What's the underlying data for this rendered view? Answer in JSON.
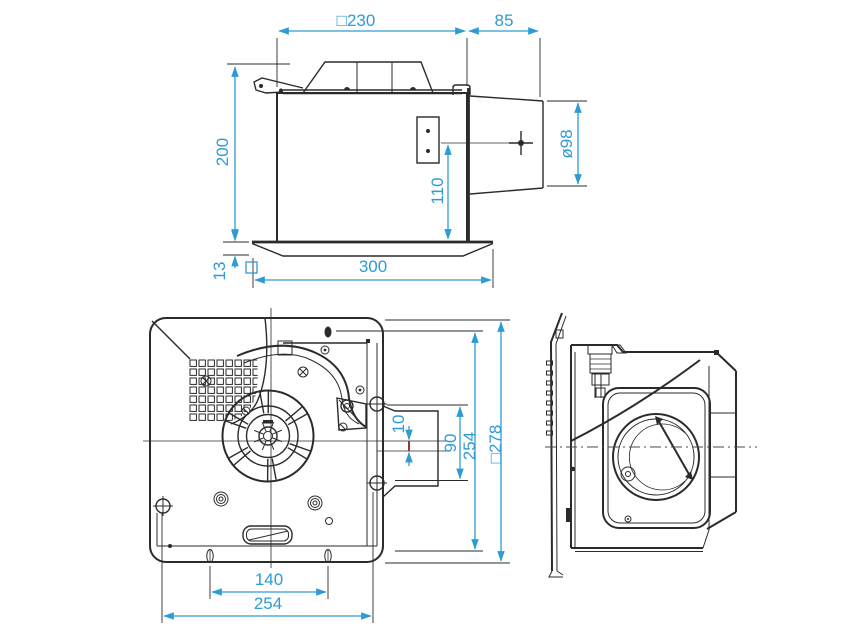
{
  "colors": {
    "dim": "#2D9BD5",
    "line": "#2B2B2B",
    "red": "#8E3A3A",
    "bg": "#FFFFFF"
  },
  "views": {
    "side_elevation": {
      "dims": {
        "body_width": "□230",
        "duct_length": "85",
        "body_height": "200",
        "duct_center_height": "110",
        "duct_diameter": "ø98",
        "panel_thickness": "13",
        "panel_width": "300"
      }
    },
    "bottom_plan": {
      "dims": {
        "duct_offset": "10",
        "outlet_width": "90",
        "mount_pitch_vertical": "254",
        "body_square": "□278",
        "slot_pitch": "140",
        "mount_pitch_horizontal": "254"
      }
    }
  }
}
